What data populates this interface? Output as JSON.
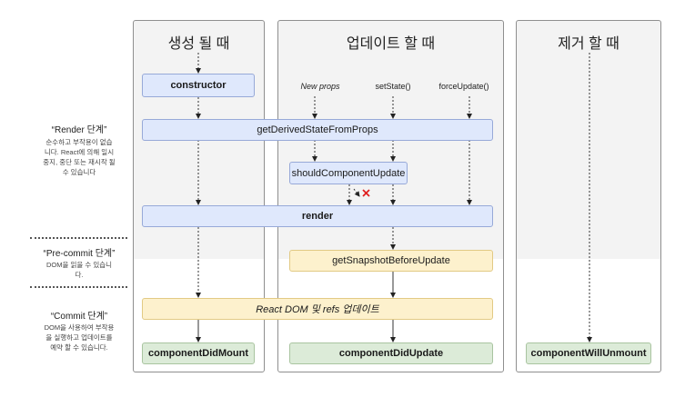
{
  "columns": {
    "mount": "생성 될 때",
    "update": "업데이트 할 때",
    "unmount": "제거 할 때"
  },
  "triggers": {
    "new_props": "New props",
    "set_state": "setState()",
    "force_update": "forceUpdate()"
  },
  "methods": {
    "constructor": "constructor",
    "get_derived_state": "getDerivedStateFromProps",
    "should_update": "shouldComponentUpdate",
    "render": "render",
    "get_snapshot": "getSnapshotBeforeUpdate",
    "react_dom": "React DOM 및 refs 업데이트",
    "did_mount": "componentDidMount",
    "did_update": "componentDidUpdate",
    "will_unmount": "componentWillUnmount"
  },
  "phases": {
    "render": {
      "title": "“Render 단계”",
      "desc_lines": [
        "순수하고 부작용이 없습",
        "니다. React에 의해 일시",
        "중지, 중단 또는 재시작 될",
        "수 있습니다"
      ]
    },
    "pre_commit": {
      "title": "“Pre-commit 단계”",
      "desc_lines": [
        "DOM을 읽을 수 있습니",
        "다."
      ]
    },
    "commit": {
      "title": "“Commit 단계”",
      "desc_lines": [
        "DOM을 사용하여 부작용",
        "을 실행하고 업데이트를",
        "예약 할 수 있습니다."
      ]
    }
  },
  "colors": {
    "blue_box": "#dfe8fc",
    "yellow_box": "#fdf1cd",
    "green_box": "#dcebd8",
    "cancel_mark": "#e02020"
  }
}
